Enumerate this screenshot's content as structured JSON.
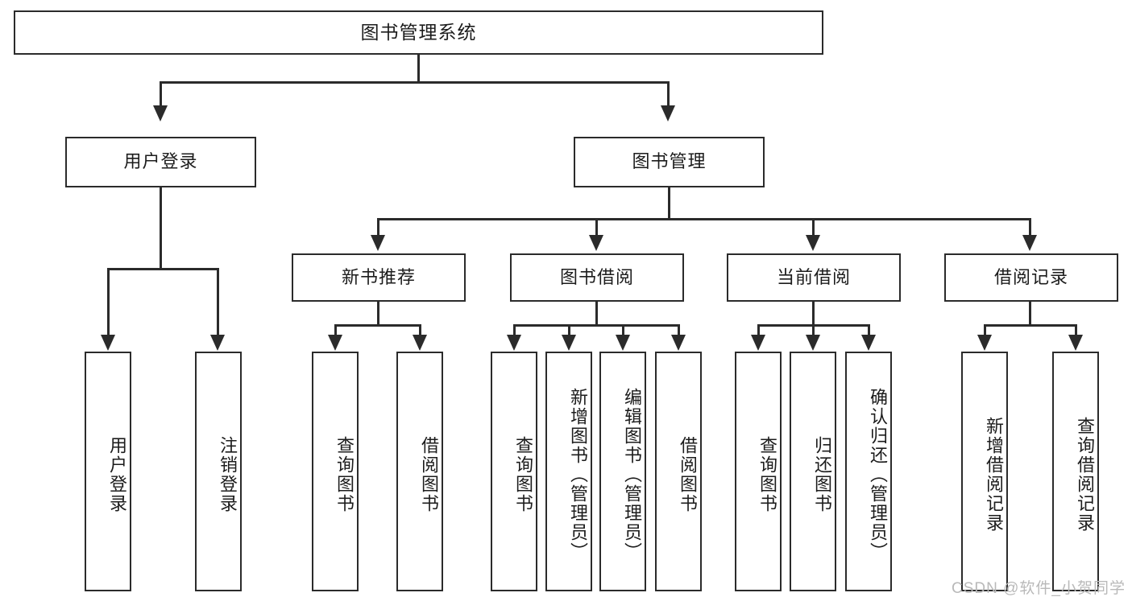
{
  "diagram": {
    "type": "tree-hierarchy",
    "title": "图书管理系统",
    "levels": 4,
    "root": {
      "label": "图书管理系统",
      "children": [
        {
          "label": "用户登录",
          "children": [
            {
              "label": "用户登录"
            },
            {
              "label": "注销登录"
            }
          ]
        },
        {
          "label": "图书管理",
          "children": [
            {
              "label": "新书推荐",
              "children": [
                {
                  "label": "查询图书"
                },
                {
                  "label": "借阅图书"
                }
              ]
            },
            {
              "label": "图书借阅",
              "children": [
                {
                  "label": "查询图书"
                },
                {
                  "label": "新增图书（管理员）"
                },
                {
                  "label": "编辑图书（管理员）"
                },
                {
                  "label": "借阅图书"
                }
              ]
            },
            {
              "label": "当前借阅",
              "children": [
                {
                  "label": "查询图书"
                },
                {
                  "label": "归还图书"
                },
                {
                  "label": "确认归还（管理员）"
                }
              ]
            },
            {
              "label": "借阅记录",
              "children": [
                {
                  "label": "新增借阅记录"
                },
                {
                  "label": "查询借阅记录"
                }
              ]
            }
          ]
        }
      ]
    }
  },
  "nodes": {
    "root": "图书管理系统",
    "user_login": "用户登录",
    "book_manage": "图书管理",
    "new_book_rec": "新书推荐",
    "book_borrow": "图书借阅",
    "current_borrow": "当前借阅",
    "borrow_record": "借阅记录",
    "leaf_user_login": "用户登录",
    "leaf_logout": "注销登录",
    "leaf_rec_query": "查询图书",
    "leaf_rec_borrow": "借阅图书",
    "leaf_borrow_query": "查询图书",
    "leaf_borrow_add": "新增图书（管理员）",
    "leaf_borrow_edit": "编辑图书（管理员）",
    "leaf_borrow_borrow": "借阅图书",
    "leaf_cur_query": "查询图书",
    "leaf_cur_return": "归还图书",
    "leaf_cur_confirm": "确认归还（管理员）",
    "leaf_rec_add": "新增借阅记录",
    "leaf_rec_search": "查询借阅记录"
  },
  "watermark": "CSDN @软件_小贺同学",
  "colors": {
    "stroke": "#2b2b2b",
    "fill": "#ffffff",
    "text": "#1c1c1c",
    "watermark": "#b9b9b9"
  }
}
